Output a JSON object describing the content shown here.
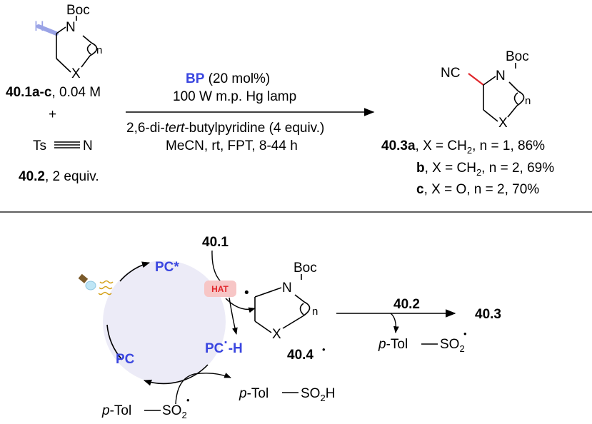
{
  "colors": {
    "accent_blue": "#3a46e0",
    "highlight_h": "#9aa3e6",
    "new_bond_red": "#e0262b",
    "cycle_fill": "#ecebf7",
    "hat_badge_bg": "#f7c6c6",
    "hat_badge_text": "#e0262b",
    "lamp_wave": "#d4a017"
  },
  "top": {
    "substrate": {
      "atom_h": "H",
      "atom_n": "N",
      "boc": "Boc",
      "ring_x": "X",
      "ring_n": "n",
      "label_bold": "40.1a-c",
      "label_rest": ", 0.04 M"
    },
    "plus": "+",
    "reagent": {
      "ts": "Ts",
      "n": "N",
      "label_bold": "40.2",
      "label_rest": ", 2 equiv."
    },
    "conditions": {
      "catalyst_bold": "BP",
      "catalyst_rest": " (20 mol%)",
      "line2": "100 W m.p. Hg lamp",
      "base_pre": "2,6-di-",
      "base_italic": "tert",
      "base_post": "-butylpyridine (4 equiv.)",
      "line4": "MeCN, rt, FPT, 8-44 h"
    },
    "product": {
      "nc": "NC",
      "atom_n": "N",
      "boc": "Boc",
      "ring_x": "X",
      "ring_n": "n",
      "results": [
        {
          "bold": "40.3a",
          "pre": ", X = CH",
          "sub": "2",
          "post": ", n = 1, 86%"
        },
        {
          "bold": "b",
          "pre": ", X = CH",
          "sub": "2",
          "post": ", n = 2, 69%"
        },
        {
          "bold": "c",
          "pre": ", X = O, n = 2, 70%",
          "sub": "",
          "post": ""
        }
      ]
    }
  },
  "mechanism": {
    "pc_excited": "PC*",
    "pc_ground": "PC",
    "pc_reduced_pre": "PC",
    "pc_reduced_dot": "·",
    "pc_reduced_post": "-H",
    "hat": "HAT",
    "s401": "40.1",
    "radical": {
      "atom_n": "N",
      "boc": "Boc",
      "ring_x": "X",
      "ring_n": "n",
      "label": "40.4",
      "dot": "•"
    },
    "arrow_reagent": "40.2",
    "product": "40.3",
    "byproduct_italic": "p",
    "byproduct_tol": "-Tol",
    "byproduct_so": "SO",
    "byproduct_sub": "2",
    "byproduct_dot": "•",
    "sulfinic_italic": "p",
    "sulfinic_tol": "-Tol",
    "sulfinic_so": "SO",
    "sulfinic_sub": "2",
    "sulfinic_h": "H",
    "radical_in_italic": "p",
    "radical_in_tol": "-Tol",
    "radical_in_so": "SO",
    "radical_in_sub": "2",
    "radical_in_dot": "•"
  }
}
